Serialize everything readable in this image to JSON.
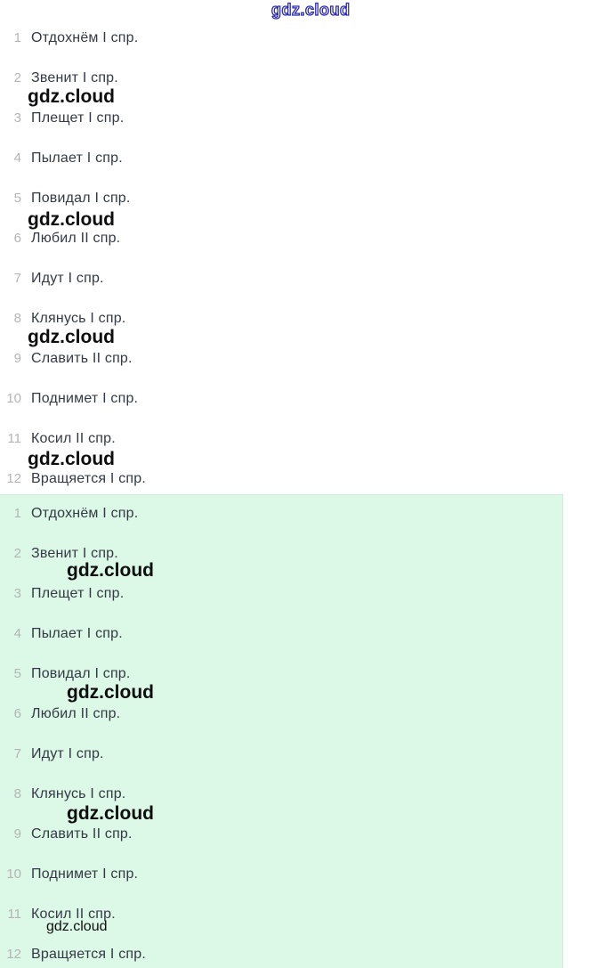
{
  "brand": {
    "watermark": "gdz.cloud"
  },
  "colors": {
    "text": "#343a45",
    "number": "#b3b6b3",
    "highlight_bg": "#dcf8e6",
    "watermark_outline": "#2b2bae",
    "watermark_bold": "#0e0e0e"
  },
  "answers": {
    "items": [
      {
        "num": "1",
        "text": "Отдохнём I спр."
      },
      {
        "num": "2",
        "text": "Звенит I спр."
      },
      {
        "num": "3",
        "text": "Плещет I спр."
      },
      {
        "num": "4",
        "text": "Пылает I спр."
      },
      {
        "num": "5",
        "text": "Повидал I спр."
      },
      {
        "num": "6",
        "text": "Любил II спр."
      },
      {
        "num": "7",
        "text": "Идут I спр."
      },
      {
        "num": "8",
        "text": "Клянусь I спр."
      },
      {
        "num": "9",
        "text": "Славить II спр."
      },
      {
        "num": "10",
        "text": "Поднимет I спр."
      },
      {
        "num": "11",
        "text": "Косил II спр."
      },
      {
        "num": "12",
        "text": "Вращяется I спр."
      }
    ]
  }
}
